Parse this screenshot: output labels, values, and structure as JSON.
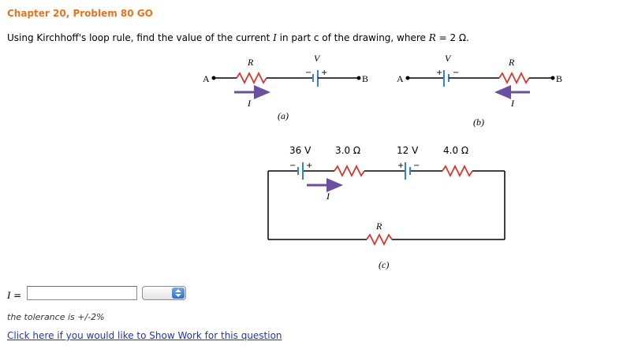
{
  "heading": "Chapter 20, Problem 80 GO",
  "question": {
    "before": "Using Kirchhoff's loop rule, find the value of the current ",
    "var": "I",
    "middle": " in part c of the drawing, where ",
    "rvar": "R",
    "after": " = 2 Ω."
  },
  "figure_a": {
    "label_A": "A",
    "label_B": "B",
    "label_R": "R",
    "label_V": "V",
    "label_I": "I",
    "plus": "+",
    "minus": "−",
    "caption": "(a)"
  },
  "figure_b": {
    "label_A": "A",
    "label_B": "B",
    "label_R": "R",
    "label_V": "V",
    "label_I": "I",
    "plus": "+",
    "minus": "−",
    "caption": "(b)"
  },
  "figure_c": {
    "emf1": "36 V",
    "r1": "3.0 Ω",
    "emf2": "12 V",
    "r2": "4.0 Ω",
    "label_R": "R",
    "label_I": "I",
    "plus": "+",
    "minus": "−",
    "caption": "(c)"
  },
  "colors": {
    "heading": "#e8731c",
    "resistor": "#d9332a",
    "arrow": "#6a4fa3",
    "battery": "#2f86d0",
    "link": "#1a36c8"
  },
  "answer": {
    "label_var": "I",
    "label_eq": " =",
    "value": "",
    "units_selected": ""
  },
  "tolerance": "the tolerance is +/-2%",
  "show_work_link": "Click here if you would like to Show Work for this question"
}
